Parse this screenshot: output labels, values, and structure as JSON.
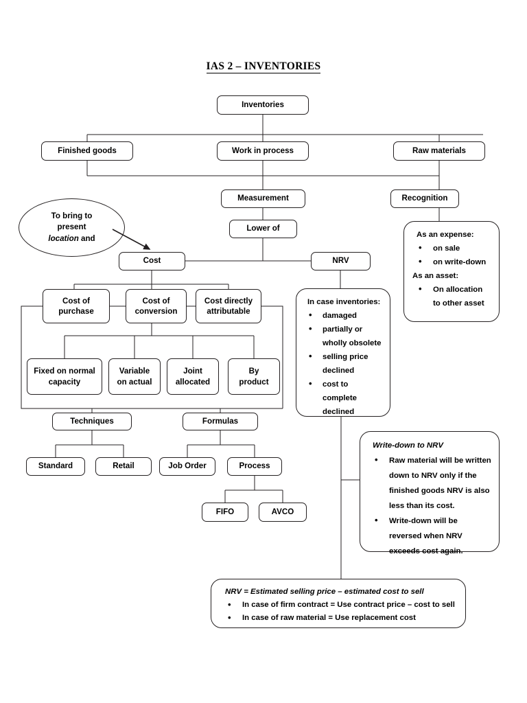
{
  "page": {
    "title": "IAS 2 – INVENTORIES"
  },
  "nodes": {
    "inventories": "Inventories",
    "finished_goods": "Finished goods",
    "work_in_process": "Work in process",
    "raw_materials": "Raw materials",
    "measurement": "Measurement",
    "recognition": "Recognition",
    "lower_of": "Lower of",
    "cost": "Cost",
    "nrv": "NRV",
    "cost_of_purchase": "Cost of\npurchase",
    "cost_of_conversion": "Cost of\nconversion",
    "cost_directly_attributable": "Cost directly\nattributable",
    "fixed_on_normal_capacity": "Fixed on normal\ncapacity",
    "variable_on_actual": "Variable\non actual",
    "joint_allocated": "Joint\nallocated",
    "by_product": "By\nproduct",
    "techniques": "Techniques",
    "formulas": "Formulas",
    "standard": "Standard",
    "retail": "Retail",
    "job_order": "Job Order",
    "process": "Process",
    "fifo": "FIFO",
    "avco": "AVCO"
  },
  "ellipse_note": {
    "line1": "To bring to",
    "line2": "present",
    "line3_italic": "location",
    "line3_rest": " and"
  },
  "recognition_panel": {
    "header1": "As an expense:",
    "items1": [
      "on sale",
      "on write-down"
    ],
    "header2": "As an asset:",
    "items2": [
      "On allocation to other asset"
    ]
  },
  "nrv_panel": {
    "header": "In case inventories:",
    "items": [
      "damaged",
      "partially or wholly obsolete",
      "selling price declined",
      "cost to complete declined"
    ]
  },
  "writedown_panel": {
    "header": "Write-down to NRV",
    "items": [
      "Raw material will be written down to NRV only if the finished goods NRV is also less than its cost.",
      "Write-down will be reversed when NRV exceeds cost again."
    ]
  },
  "formula_panel": {
    "header": "NRV = Estimated selling price – estimated cost to sell",
    "items": [
      "In case of firm contract = Use contract price – cost to sell",
      "In case of raw material = Use replacement cost"
    ]
  },
  "colors": {
    "line": "#231f20",
    "background": "#ffffff",
    "text": "#000000"
  }
}
